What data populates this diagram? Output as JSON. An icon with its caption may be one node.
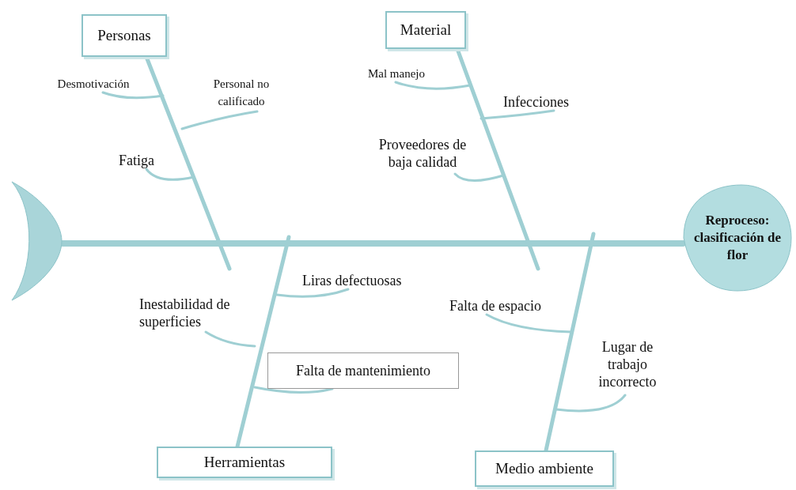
{
  "diagram": {
    "nodes": [
      {
        "text": [
          "Personas"
        ]
      },
      {
        "text": [
          "Desmotivación"
        ]
      },
      {
        "text": [
          "Personal no calificado"
        ]
      },
      {
        "text": [
          "Fatiga"
        ]
      },
      {
        "text": [
          "Material"
        ]
      },
      {
        "text": [
          "Mal manejo"
        ]
      },
      {
        "text": [
          "Infecciones"
        ]
      },
      {
        "text": [
          "Proveedores de baja calidad"
        ]
      },
      {
        "text": [],
        "shape": "picture"
      },
      {
        "text": [
          "Reproceso: clasificación de flor"
        ]
      },
      {
        "text": [
          "Liras defectuosas"
        ]
      },
      {
        "text": [
          "Inestabilidad de superficies"
        ]
      },
      {
        "text": [
          "Falta de espacio"
        ]
      },
      {
        "text": [
          "Lugar de trabajo incorrecto"
        ]
      },
      {
        "text": [
          "Falta de mantenimiento"
        ]
      },
      {
        "text": [
          "Herramientas"
        ]
      },
      {
        "text": [
          "Medio ambiente"
        ]
      }
    ],
    "edges": [
      {
        "from": 8,
        "to": 9,
        "arrow": "none",
        "style": "thick"
      },
      {
        "from": 0,
        "to": null,
        "arrow": "none"
      },
      {
        "from": 4,
        "to": null,
        "arrow": "none"
      },
      {
        "from": 15,
        "to": null,
        "arrow": "none"
      },
      {
        "from": 16,
        "to": null,
        "arrow": "none"
      },
      {
        "from": 1,
        "to": null,
        "arrow": "none"
      },
      {
        "from": 2,
        "to": null,
        "arrow": "none"
      },
      {
        "from": 3,
        "to": null,
        "arrow": "none"
      },
      {
        "from": 5,
        "to": null,
        "arrow": "none"
      },
      {
        "from": 6,
        "to": null,
        "arrow": "none"
      },
      {
        "from": 7,
        "to": null,
        "arrow": "none"
      },
      {
        "from": 10,
        "to": null,
        "arrow": "none"
      },
      {
        "from": 11,
        "to": null,
        "arrow": "none"
      },
      {
        "from": 14,
        "to": null,
        "arrow": "none"
      },
      {
        "from": 12,
        "to": null,
        "arrow": "none"
      },
      {
        "from": 13,
        "to": null,
        "arrow": "none"
      }
    ]
  }
}
